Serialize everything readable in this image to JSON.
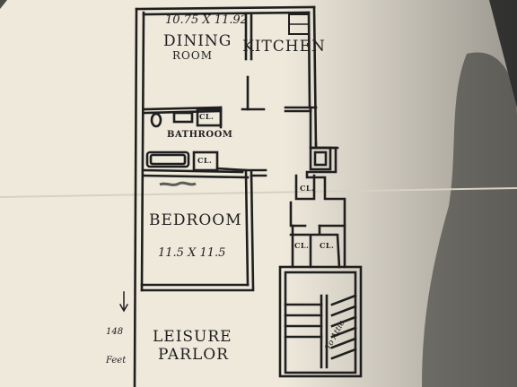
{
  "plan": {
    "dims_dining": "10.75 X 11.92",
    "dining_room_line1": "DINING",
    "dining_room_line2": "ROOM",
    "kitchen": "KITCHEN",
    "bathroom": "BATHROOM",
    "bedroom": "BEDROOM",
    "dims_bedroom": "11.5 X 11.5",
    "leisure_line1": "LEISURE",
    "leisure_line2": "PARLOR",
    "closet": "CL.",
    "side_note_line1": "148",
    "side_note_line2": "Feet",
    "attic_label": "To Attic"
  },
  "colors": {
    "paper": "#efe9dc",
    "background": "#4a4a47",
    "ink": "#1f1f1f"
  }
}
